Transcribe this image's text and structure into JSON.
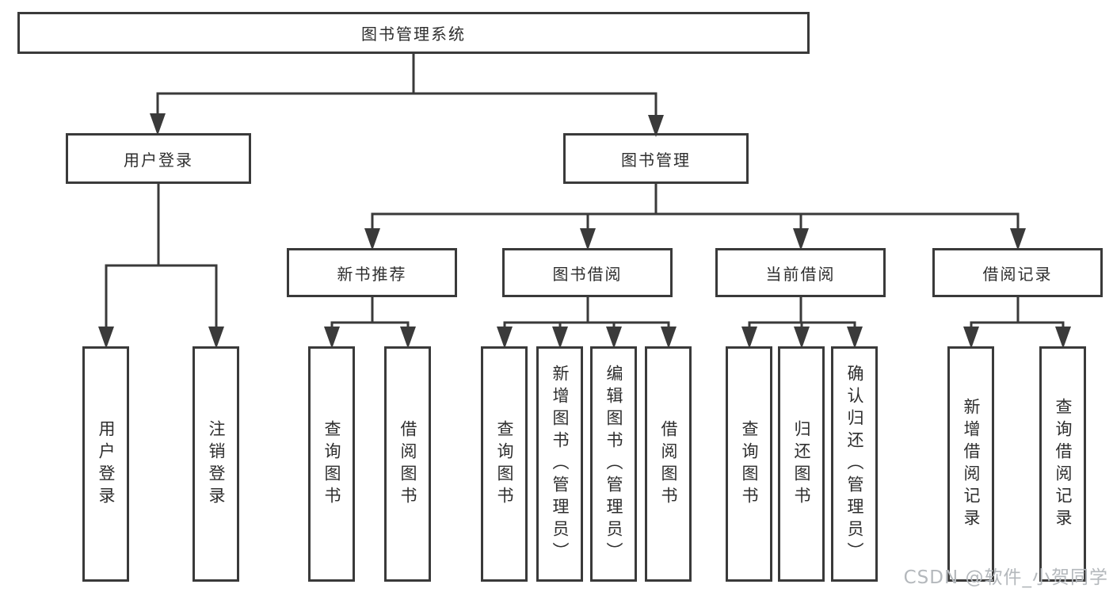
{
  "tree": {
    "root": {
      "label": "图书管理系统"
    },
    "branches": [
      {
        "label": "用户登录",
        "children": [
          {
            "label": "用户登录"
          },
          {
            "label": "注销登录"
          }
        ]
      },
      {
        "label": "图书管理",
        "modules": [
          {
            "label": "新书推荐",
            "children": [
              {
                "label": "查询图书"
              },
              {
                "label": "借阅图书"
              }
            ]
          },
          {
            "label": "图书借阅",
            "children": [
              {
                "label": "查询图书"
              },
              {
                "label": "新增图书（管理员）"
              },
              {
                "label": "编辑图书（管理员）"
              },
              {
                "label": "借阅图书"
              }
            ]
          },
          {
            "label": "当前借阅",
            "children": [
              {
                "label": "查询图书"
              },
              {
                "label": "归还图书"
              },
              {
                "label": "确认归还（管理员）"
              }
            ]
          },
          {
            "label": "借阅记录",
            "children": [
              {
                "label": "新增借阅记录"
              },
              {
                "label": "查询借阅记录"
              }
            ]
          }
        ]
      }
    ]
  },
  "watermark": {
    "text": "CSDN @软件_小贺同学"
  },
  "colors": {
    "line": "#3a3a3a",
    "text": "#2e2e2e",
    "background": "#ffffff",
    "watermark": "#b4b8bc"
  }
}
